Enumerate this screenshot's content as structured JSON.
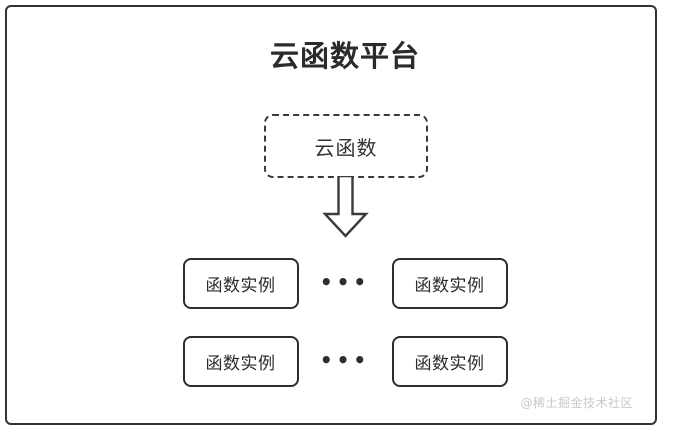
{
  "diagram": {
    "title": "云函数平台",
    "cloud_function": {
      "label": "云函数",
      "border_style": "dashed"
    },
    "arrow": {
      "icon": "down-block-arrow",
      "direction": "down"
    },
    "instance_rows": [
      {
        "left_box_label": "函数实例",
        "ellipsis": "•••",
        "right_box_label": "函数实例"
      },
      {
        "left_box_label": "函数实例",
        "ellipsis": "•••",
        "right_box_label": "函数实例"
      }
    ],
    "watermark": "@稀土掘金技术社区",
    "colors": {
      "frame_stroke": "#333333",
      "box_stroke": "#2e2e2e",
      "dashed_stroke": "#3a3a3a",
      "title_text": "#2b2b2b",
      "body_text": "#2b2b2b",
      "watermark_text": "#c9c9c9",
      "background": "#ffffff"
    }
  }
}
